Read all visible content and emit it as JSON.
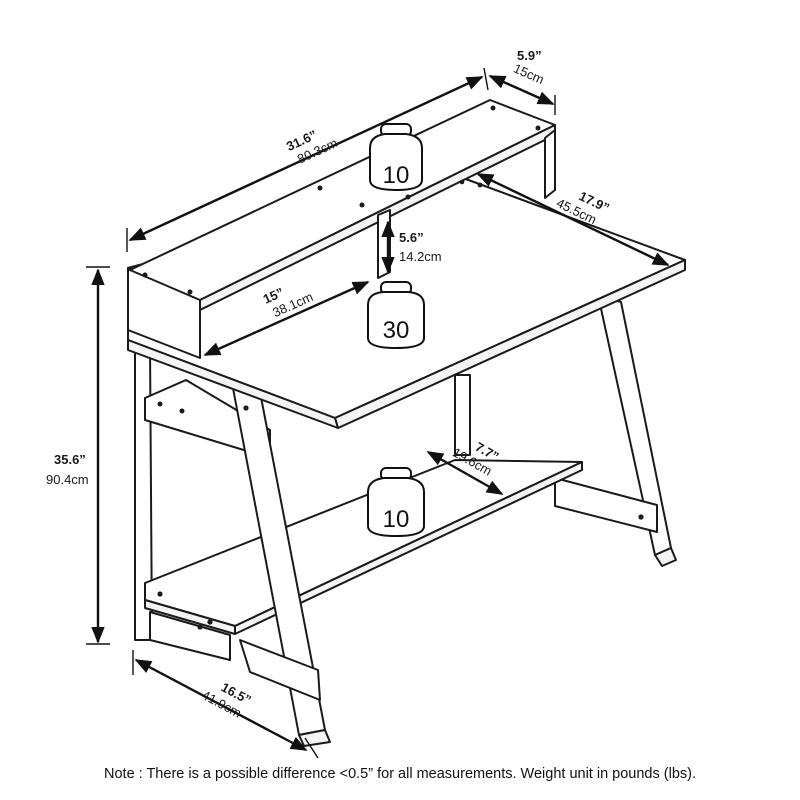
{
  "dimensions": {
    "top_width": {
      "imperial": "31.6”",
      "metric": "80.3cm"
    },
    "hutch_depth": {
      "imperial": "5.9”",
      "metric": "15cm"
    },
    "desk_depth": {
      "imperial": "17.9”",
      "metric": "45.5cm"
    },
    "hutch_height": {
      "imperial": "5.6”",
      "metric": "14.2cm"
    },
    "hutch_inner_width": {
      "imperial": "15”",
      "metric": "38.1cm"
    },
    "total_height": {
      "imperial": "35.6”",
      "metric": "90.4cm"
    },
    "shelf_depth": {
      "imperial": "7.7”",
      "metric": "19.6cm"
    },
    "base_depth": {
      "imperial": "16.5”",
      "metric": "41.9cm"
    }
  },
  "weights": {
    "hutch_top": "10",
    "desktop": "30",
    "bottom_shelf": "10"
  },
  "note": "Note : There is a possible difference <0.5” for all measurements. Weight unit in pounds (lbs)."
}
